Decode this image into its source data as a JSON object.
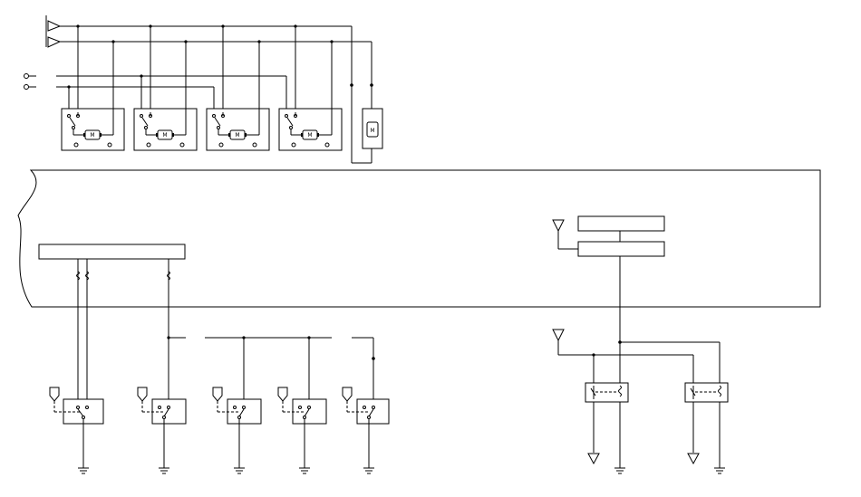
{
  "motor_modules": [
    {
      "id": "m1",
      "label": "M"
    },
    {
      "id": "m2",
      "label": "M"
    },
    {
      "id": "m3",
      "label": "M"
    },
    {
      "id": "m4",
      "label": "M"
    }
  ],
  "standalone_motor": {
    "label": "M"
  },
  "switch_count": 5,
  "relay_count": 2
}
